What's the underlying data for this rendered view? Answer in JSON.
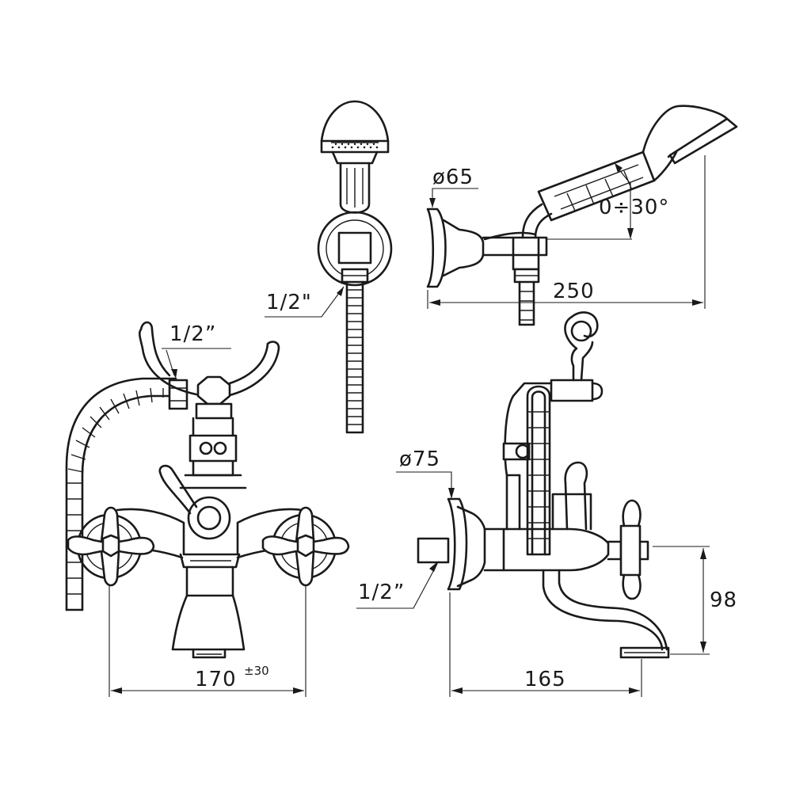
{
  "labels": {
    "hose_thread_top": "1/2”",
    "holder_thread": "1/2\"",
    "holder_diameter": "ø65",
    "tilt_angle": "0÷30°",
    "holder_length": "250",
    "mixer_diameter": "ø75",
    "inlet_thread": "1/2”",
    "centers_width": "170",
    "centers_tolerance": "±30",
    "projection": "165",
    "spout_height": "98"
  }
}
